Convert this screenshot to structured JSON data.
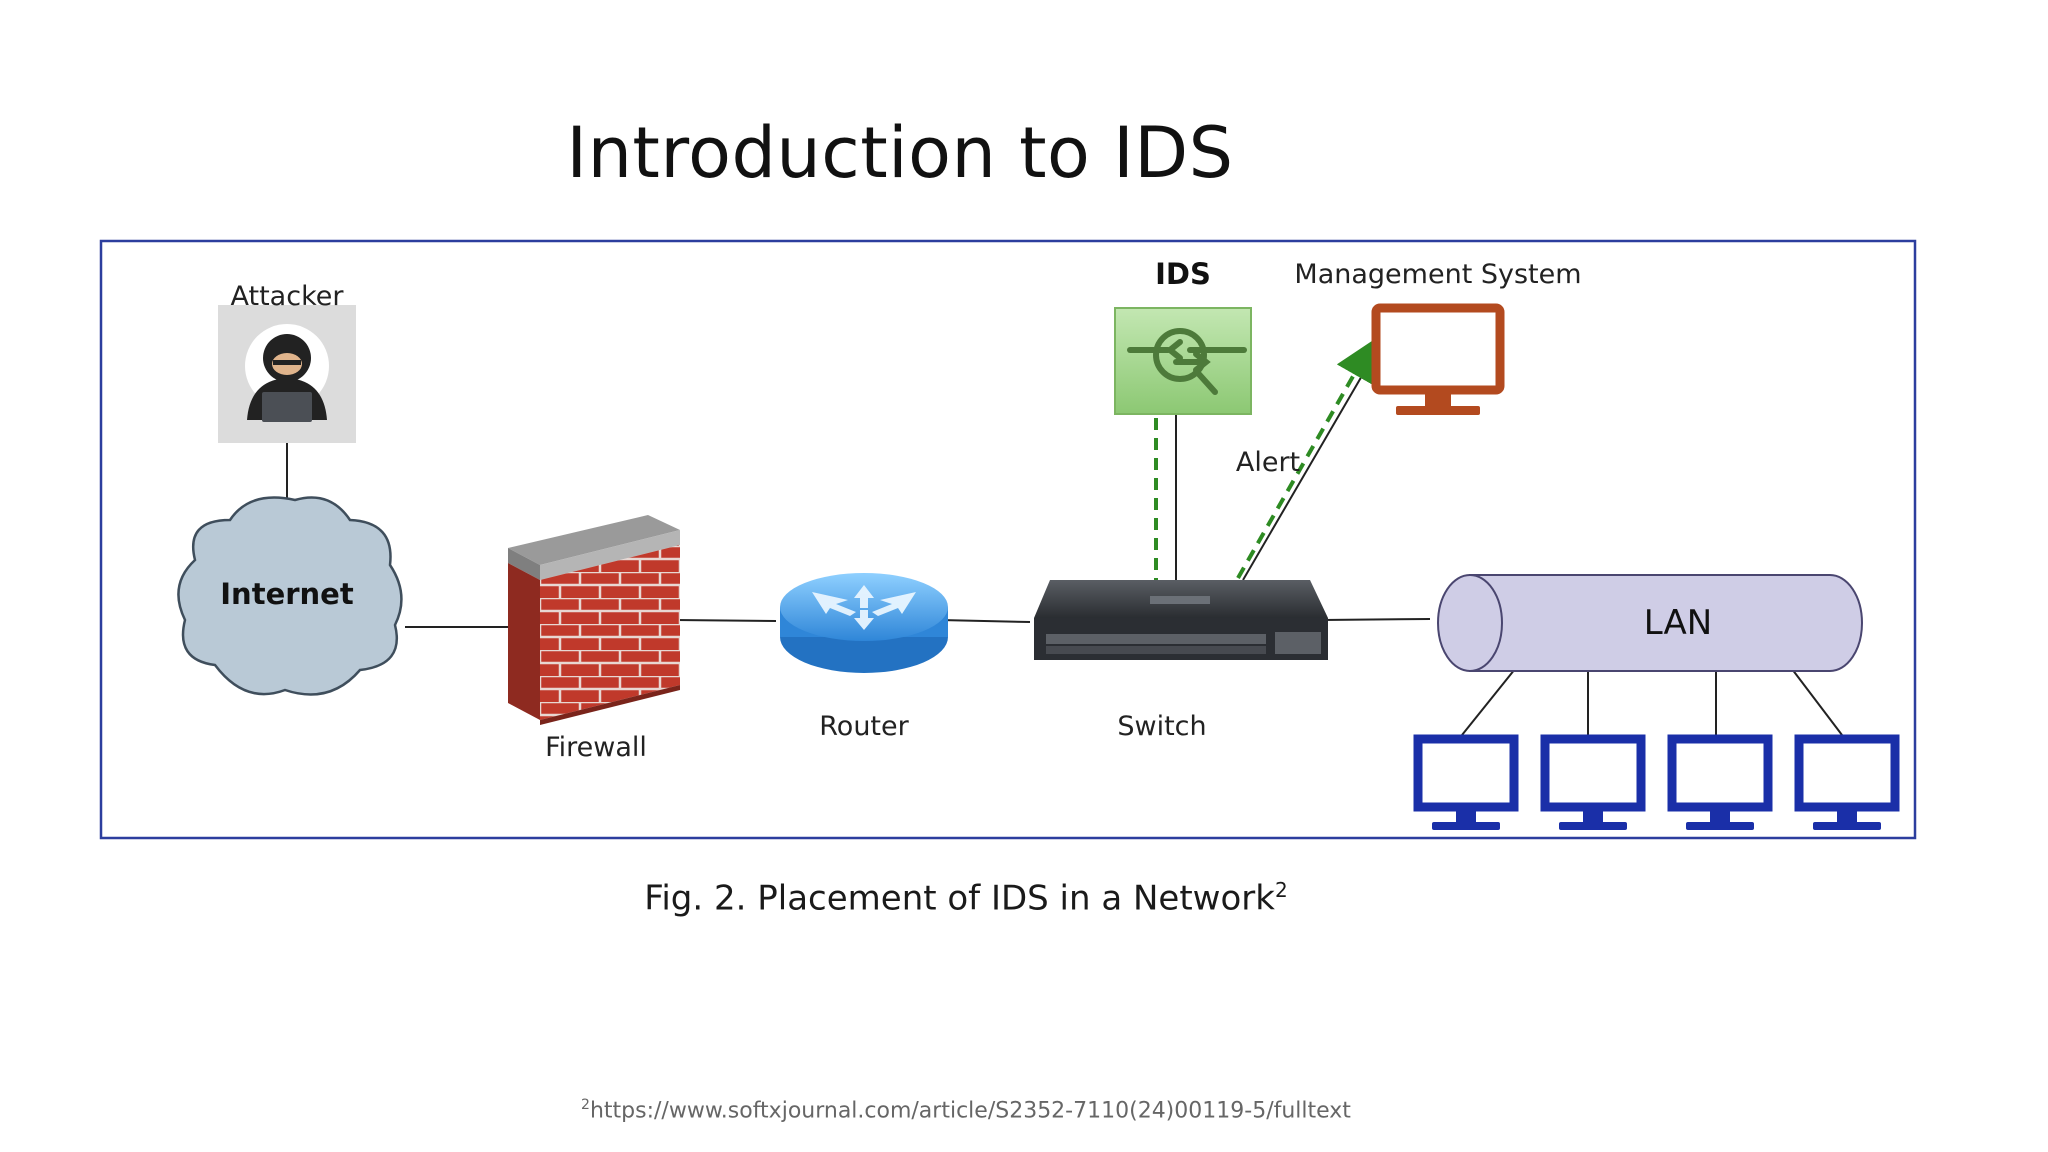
{
  "slide": {
    "title": "Introduction to IDS"
  },
  "diagram": {
    "nodes": {
      "attacker": "Attacker",
      "internet": "Internet",
      "firewall": "Firewall",
      "router": "Router",
      "switch": "Switch",
      "ids": "IDS",
      "management": "Management System",
      "lan": "LAN"
    },
    "edge_labels": {
      "alert": "Alert"
    },
    "colors": {
      "frame": "#2c3e9e",
      "cloud": "#b9c9d6",
      "firewall_brick": "#c0392b",
      "router": "#3a9ee8",
      "switch": "#3a3d42",
      "ids_box": "#a6d68f",
      "management_monitor": "#b34a1f",
      "lan_cylinder": "#cfcde6",
      "lan_monitor": "#1a2fa8",
      "alert_arrow": "#2e8b23"
    }
  },
  "caption": {
    "text": "Fig. 2. Placement of IDS in a Network",
    "sup": "2"
  },
  "footnote": {
    "sup": "2",
    "text": "https://www.softxjournal.com/article/S2352-7110(24)00119-5/fulltext"
  }
}
